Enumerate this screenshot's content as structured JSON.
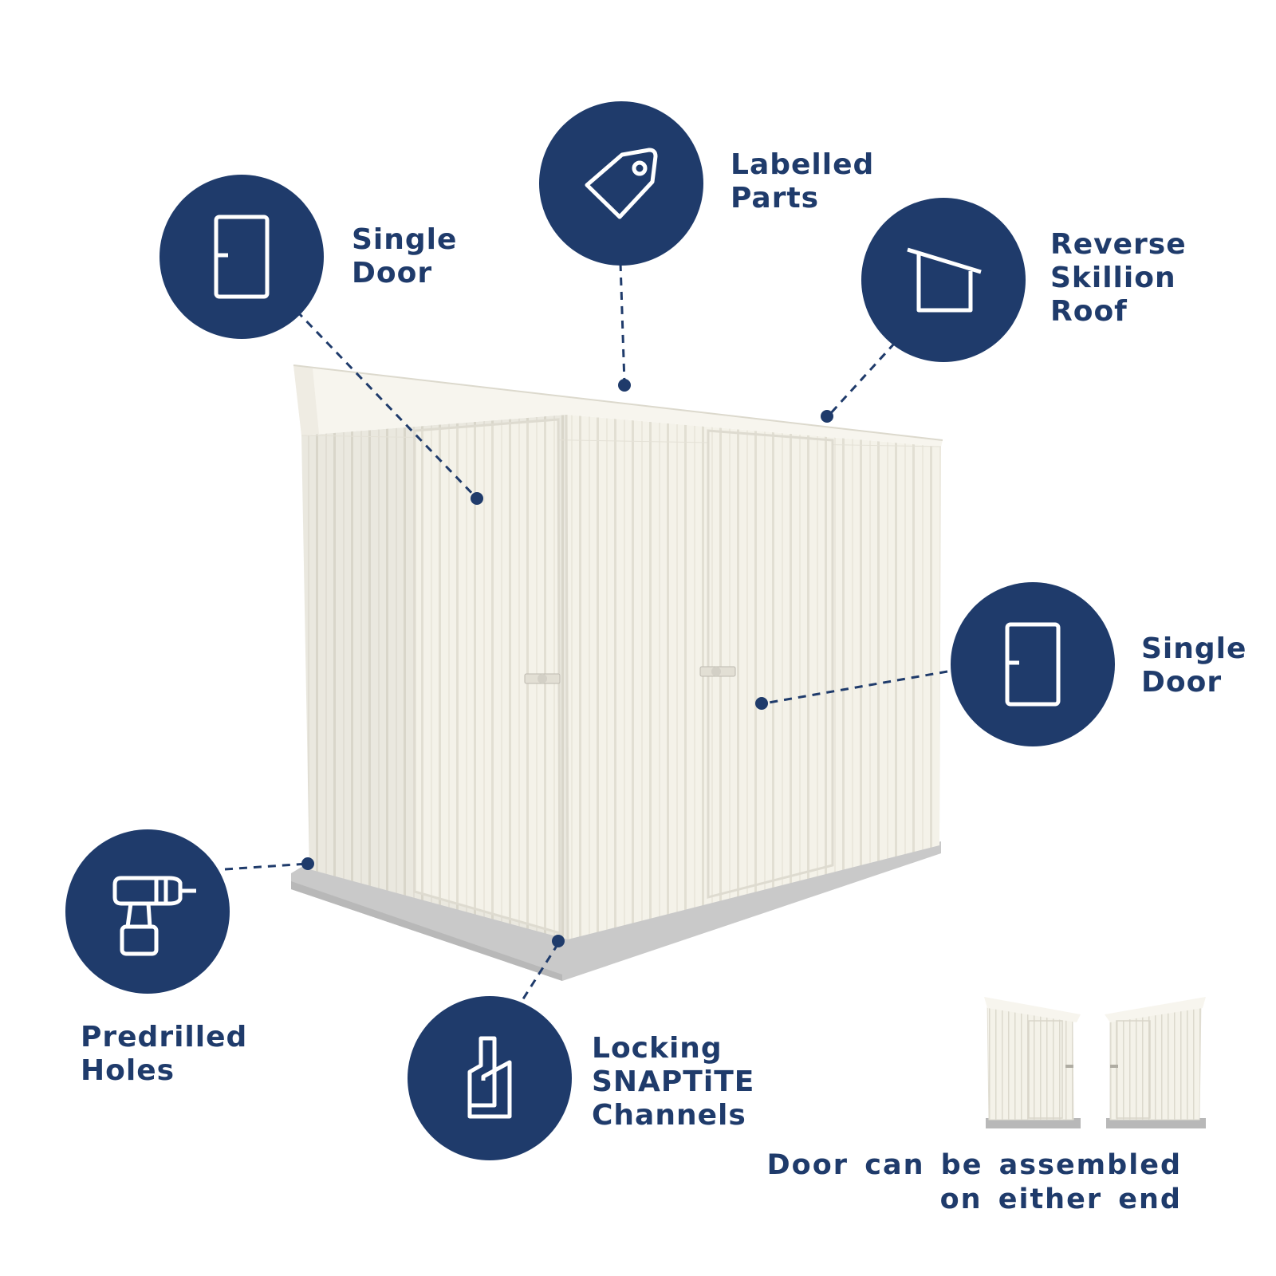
{
  "colors": {
    "brand_navy": "#1f3b6b",
    "shed_white": "#f3f1e8",
    "base_grey": "#c4c4c4"
  },
  "features": [
    {
      "icon": "door-icon",
      "lines": [
        "Single",
        "Door"
      ]
    },
    {
      "icon": "tag-icon",
      "lines": [
        "Labelled",
        "Parts"
      ]
    },
    {
      "icon": "skillion-roof-icon",
      "lines": [
        "Reverse",
        "Skillion",
        "Roof"
      ]
    },
    {
      "icon": "door-icon",
      "lines": [
        "Single",
        "Door"
      ]
    },
    {
      "icon": "drill-icon",
      "lines": [
        "Predrilled",
        "Holes"
      ]
    },
    {
      "icon": "channel-icon",
      "lines": [
        "Locking",
        "SNAPTiTE",
        "Channels"
      ]
    }
  ],
  "caption": {
    "lines": [
      "Door can be assembled",
      "on either end"
    ]
  }
}
